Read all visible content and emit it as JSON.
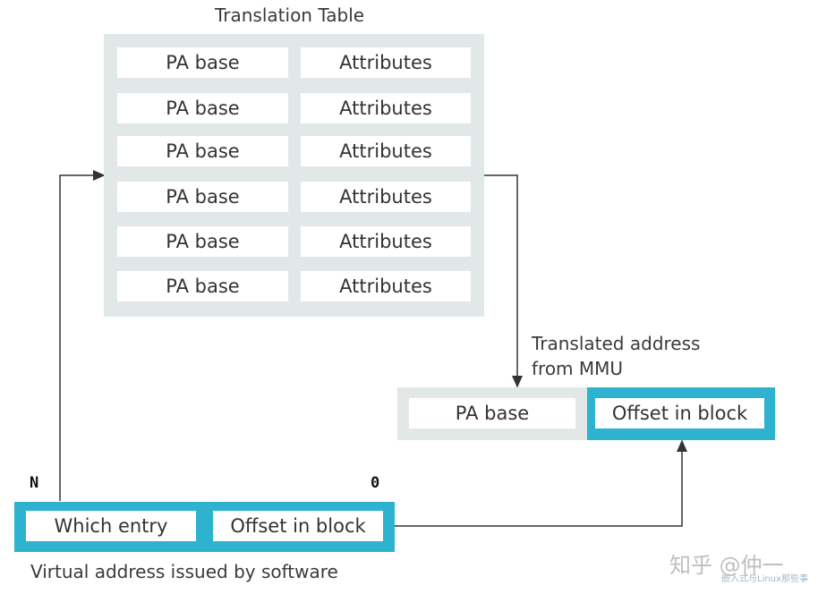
{
  "translation_table": {
    "title": "Translation Table",
    "rows": [
      {
        "pa": "PA base",
        "attr": "Attributes"
      },
      {
        "pa": "PA base",
        "attr": "Attributes"
      },
      {
        "pa": "PA base",
        "attr": "Attributes"
      },
      {
        "pa": "PA base",
        "attr": "Attributes"
      },
      {
        "pa": "PA base",
        "attr": "Attributes"
      },
      {
        "pa": "PA base",
        "attr": "Attributes"
      }
    ]
  },
  "translated": {
    "label_line1": "Translated address",
    "label_line2": "from MMU",
    "pa_base": "PA base",
    "offset": "Offset in block"
  },
  "virtual": {
    "bit_high": "N",
    "bit_low": "0",
    "which_entry": "Which entry",
    "offset": "Offset in block",
    "caption": "Virtual address issued by software"
  },
  "watermark": {
    "main": "知乎 @仲一",
    "sub": "嵌入式与Linux那些事"
  },
  "colors": {
    "accent": "#2db3cf",
    "table_bg": "#e2e8e8",
    "line": "#333333"
  }
}
